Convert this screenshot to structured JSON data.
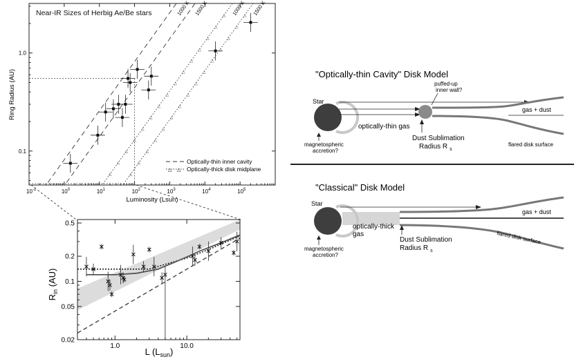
{
  "chart_data": [
    {
      "type": "scatter",
      "title": "Near-IR Sizes of Herbig Ae/Be stars",
      "xlabel": "Luminosity (Lsun)",
      "ylabel": "Ring Radius (AU)",
      "xscale": "log",
      "yscale": "log",
      "xlim": [
        0.1,
        1000000
      ],
      "ylim": [
        0.045,
        3.2
      ],
      "xticks": [
        {
          "v": 0.1,
          "base": "10",
          "exp": "-1"
        },
        {
          "v": 1,
          "base": "10",
          "exp": "0"
        },
        {
          "v": 10,
          "base": "10",
          "exp": "1"
        },
        {
          "v": 100,
          "base": "10",
          "exp": "2"
        },
        {
          "v": 1000,
          "base": "10",
          "exp": "3"
        },
        {
          "v": 10000,
          "base": "10",
          "exp": "4"
        },
        {
          "v": 100000,
          "base": "10",
          "exp": "5"
        }
      ],
      "yticks": [
        {
          "v": 0.1,
          "label": "0.1"
        },
        {
          "v": 1,
          "label": "1.0"
        }
      ],
      "temperature_labels": [
        "1000 K",
        "1500 K",
        "1000 K",
        "1500 K"
      ],
      "legend": [
        {
          "label": "Optically-thin inner cavity",
          "style": "dashed"
        },
        {
          "label": "Optically-thick disk midplane",
          "style": "dotted"
        }
      ],
      "legend_position": "bottom-right",
      "series": [
        {
          "style": "filled-square",
          "points": [
            [
              1.5,
              0.075
            ],
            [
              9,
              0.145
            ],
            [
              15,
              0.25
            ],
            [
              25,
              0.27
            ],
            [
              35,
              0.3
            ],
            [
              45,
              0.22
            ],
            [
              55,
              0.3
            ],
            [
              65,
              0.55
            ],
            [
              75,
              0.5
            ],
            [
              120,
              0.68
            ],
            [
              250,
              0.42
            ],
            [
              300,
              0.58
            ],
            [
              20000,
              1.05
            ],
            [
              200000,
              2.05
            ]
          ]
        }
      ],
      "guide_lines": {
        "x": 100,
        "y": 0.55
      }
    },
    {
      "type": "scatter",
      "title": "",
      "xlabel": "L (Lsun)",
      "ylabel": "Rin (AU)",
      "xscale": "log",
      "yscale": "log",
      "xlim": [
        0.3,
        55
      ],
      "ylim": [
        0.02,
        0.55
      ],
      "xticks": [
        {
          "v": 1,
          "label": "1.0"
        },
        {
          "v": 10,
          "label": "10.0"
        }
      ],
      "yticks": [
        {
          "v": 0.02,
          "label": "0.02"
        },
        {
          "v": 0.05,
          "label": "0.05"
        },
        {
          "v": 0.1,
          "label": "0.1"
        },
        {
          "v": 0.2,
          "label": "0.2"
        },
        {
          "v": 0.5,
          "label": "0.5"
        }
      ],
      "series": [
        {
          "style": "cross",
          "points": [
            [
              0.4,
              0.15
            ],
            [
              0.5,
              0.14
            ],
            [
              0.65,
              0.26
            ],
            [
              0.8,
              0.1
            ],
            [
              0.85,
              0.09
            ],
            [
              0.9,
              0.07
            ],
            [
              1.2,
              0.12
            ],
            [
              1.3,
              0.11
            ],
            [
              1.35,
              0.105
            ],
            [
              1.8,
              0.21
            ],
            [
              2.5,
              0.15
            ],
            [
              3,
              0.24
            ],
            [
              3.5,
              0.15
            ],
            [
              4.5,
              0.11
            ],
            [
              5,
              0.12
            ],
            [
              12,
              0.2
            ],
            [
              13,
              0.18
            ],
            [
              15,
              0.26
            ],
            [
              20,
              0.23
            ],
            [
              30,
              0.29
            ],
            [
              45,
              0.22
            ],
            [
              50,
              0.3
            ]
          ]
        }
      ]
    }
  ],
  "labels": {
    "title_a": "\"Optically-thin Cavity\" Disk Model",
    "star_a": "Star",
    "puffed1": "puffed-up",
    "puffed2": "inner wall?",
    "gasdust_a": "gas + dust",
    "thin_gas": "optically-thin gas",
    "magneto_a1": "magnetospheric",
    "magneto_a2": "accretion?",
    "dust_a1": "Dust Sublimation",
    "dust_a2": "Radius R",
    "sub_s": "s",
    "flared_a": "flared disk surface",
    "title_b": "\"Classical\" Disk Model",
    "star_b": "Star",
    "gasdust_b": "gas + dust",
    "thick1": "optically-thick",
    "thick2": "gas",
    "magneto_b1": "magnetospheric",
    "magneto_b2": "accretion?",
    "dust_b1": "Dust Sublimation",
    "dust_b2": "Radius R",
    "flared_b": "flared disk surface"
  }
}
